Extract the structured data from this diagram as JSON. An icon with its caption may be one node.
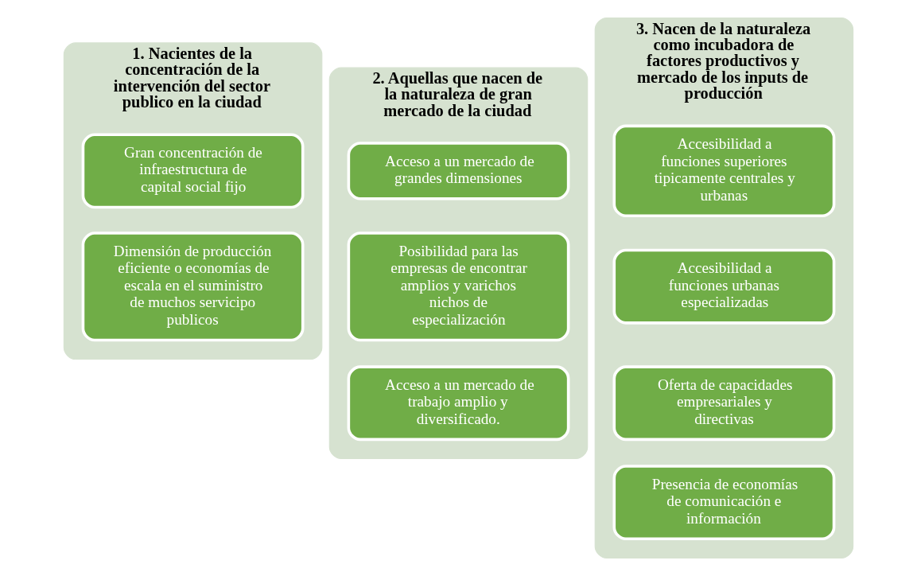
{
  "diagram": {
    "nodes": [
      {
        "text": [
          "1. Nacientes de la concentración de la intervención del sector publico en la ciudad"
        ]
      },
      {
        "text": [
          "Gran concentración de infraestructura de capital social fijo"
        ],
        "in": 0
      },
      {
        "text": [
          "Dimensión de producción eficiente o economías de escala en el suministro de muchos servicipo publicos"
        ],
        "in": 0
      },
      {
        "text": [
          "2. Aquellas que nacen de la naturaleza de gran mercado de la ciudad"
        ]
      },
      {
        "text": [
          "Acceso a un mercado de grandes dimensiones"
        ],
        "in": 3
      },
      {
        "text": [
          "Posibilidad para las empresas de encontrar amplios y varichos nichos de especialización"
        ],
        "in": 3
      },
      {
        "text": [
          "Acceso a un mercado de trabajo amplio y diversificado."
        ],
        "in": 3
      },
      {
        "text": [
          "3. Nacen de la naturaleza como incubadora de factores productivos y mercado de los inputs de producción"
        ]
      },
      {
        "text": [
          "Accesibilidad a funciones superiores tipicamente centrales y urbanas"
        ],
        "in": 7
      },
      {
        "text": [
          "Accesibilidad a funciones urbanas especializadas"
        ],
        "in": 7
      },
      {
        "text": [
          "Oferta de capacidades empresariales y directivas"
        ],
        "in": 7
      },
      {
        "text": [
          "Presencia de economías de comunicación e información"
        ],
        "in": 7
      }
    ],
    "edges": []
  }
}
